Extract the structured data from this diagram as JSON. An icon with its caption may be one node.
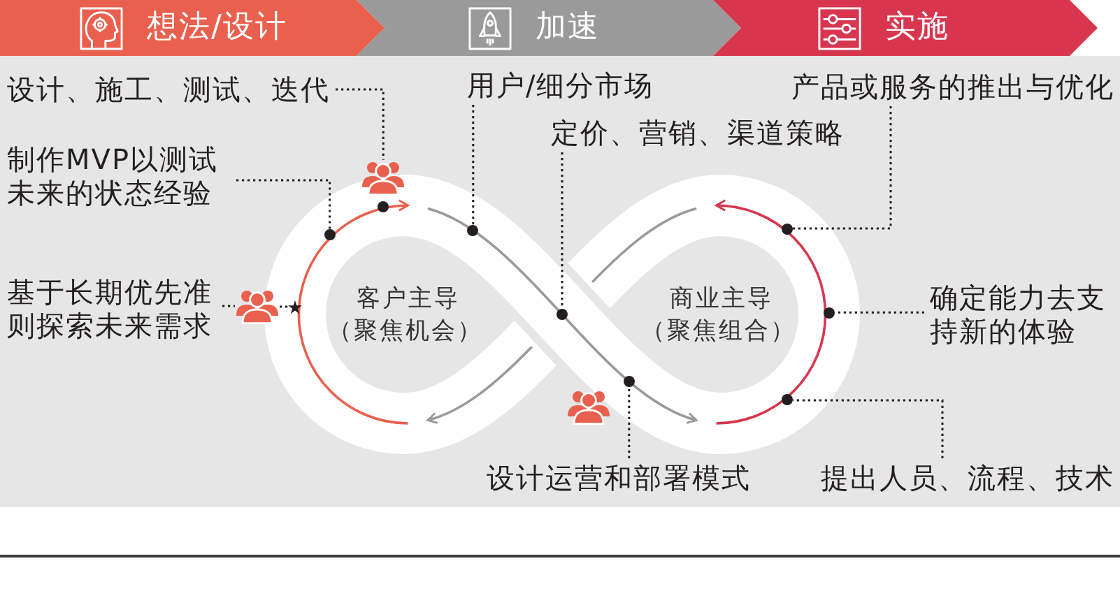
{
  "diagram": {
    "nodes": [
      {
        "text": [
          "想法/设计"
        ]
      },
      {
        "text": [
          "加速"
        ]
      },
      {
        "text": [
          "实施"
        ]
      },
      {
        "text": [
          "设计、施工、测试、迭代"
        ]
      },
      {
        "text": [
          "用户/细分市场"
        ]
      },
      {
        "text": [
          "产品或服务的推出与优化"
        ]
      },
      {
        "text": [
          "定价、营销、渠道策略"
        ]
      },
      {
        "text": [
          "制作MVP以测试未来的状态经验"
        ]
      },
      {
        "text": [
          "基于长期优先准则探索未来需求"
        ]
      },
      {
        "text": [
          "确定能力去支持新的体验"
        ]
      },
      {
        "text": [
          "设计运营和部署模式"
        ]
      },
      {
        "text": [
          "提出人员、流程、技术"
        ]
      },
      {
        "text": [],
        "shape": "person"
      },
      {
        "text": [],
        "shape": "person"
      },
      {
        "text": [],
        "shape": "star"
      },
      {
        "text": [],
        "shape": "circle"
      },
      {
        "text": [],
        "shape": "circle"
      },
      {
        "text": [],
        "shape": "circle"
      },
      {
        "text": [],
        "shape": "circle"
      },
      {
        "text": [],
        "shape": "circle"
      },
      {
        "text": [],
        "shape": "circle"
      },
      {
        "text": [],
        "shape": "circle"
      }
    ],
    "edges": [
      {
        "from": 3,
        "to": 12,
        "arrow": "none"
      },
      {
        "from": 8,
        "to": 13,
        "arrow": "none"
      },
      {
        "from": 13,
        "to": 14,
        "arrow": "none"
      },
      {
        "from": 7,
        "to": 15,
        "arrow": "none"
      },
      {
        "from": 4,
        "to": 16,
        "arrow": "none"
      },
      {
        "from": 6,
        "to": 17,
        "arrow": "none"
      },
      {
        "from": 10,
        "to": 18,
        "arrow": "none"
      },
      {
        "from": 5,
        "to": 19,
        "arrow": "none"
      },
      {
        "from": 9,
        "to": 20,
        "arrow": "none"
      },
      {
        "from": 11,
        "to": 21,
        "arrow": "none"
      }
    ],
    "labels": [
      "客户主导",
      "（聚焦机会）",
      "商业主导",
      "（聚焦组合）"
    ]
  }
}
